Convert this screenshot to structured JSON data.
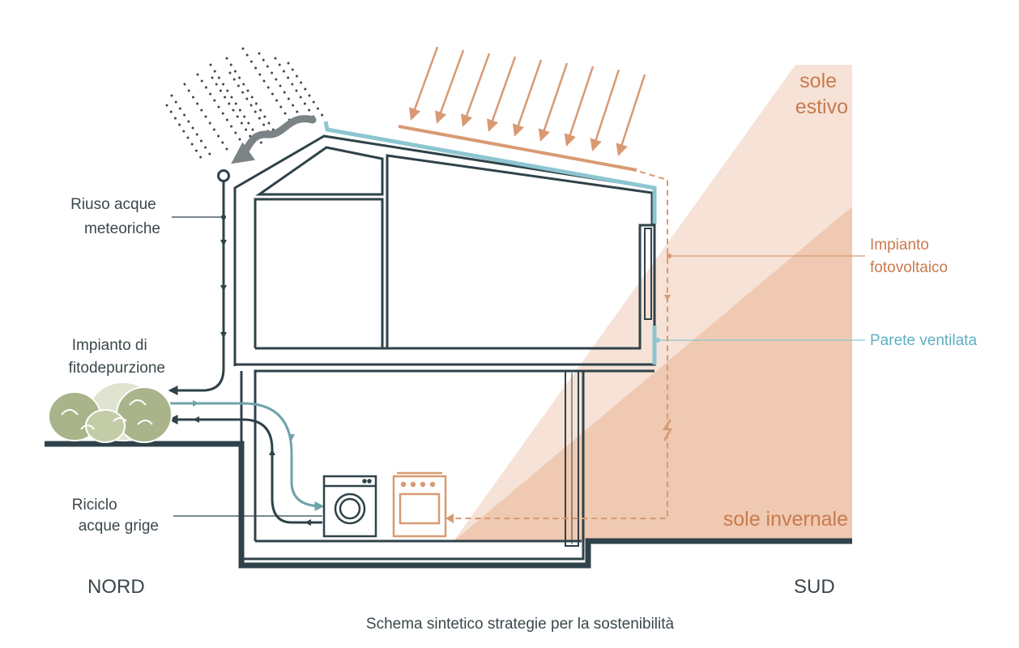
{
  "labels": {
    "rain_reuse": [
      "Riuso acque",
      "meteoriche"
    ],
    "phyto": [
      "Impianto di",
      "fitodepurzione"
    ],
    "greywater": [
      "Riciclo",
      "acque grige"
    ],
    "pv": [
      "Impianto",
      "fotovoltaico"
    ],
    "ventilated_wall": "Parete ventilata",
    "summer_sun": [
      "sole",
      "estivo"
    ],
    "winter_sun": "sole invernale",
    "north": "NORD",
    "south": "SUD",
    "caption": "Schema sintetico strategie per la sostenibilità"
  },
  "colors": {
    "structure": "#2f4249",
    "water": "#6fa3aa",
    "ventilated": "#8cc6d0",
    "solar": "#d89a72",
    "sun_light": "#f6e2d6",
    "sun_mid": "#efc9b1",
    "vegetation": "#a9b48a",
    "rain": "#3b474c"
  },
  "icons": {
    "washing_machine": "washing-machine-icon",
    "oven": "oven-icon",
    "lightning": "lightning-icon"
  }
}
